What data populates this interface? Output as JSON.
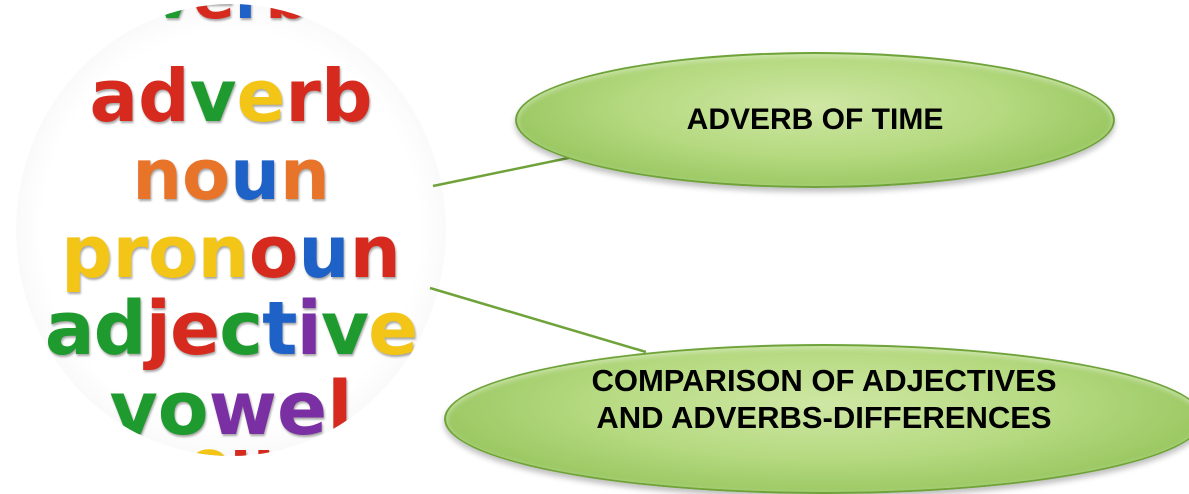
{
  "image": {
    "rows": [
      {
        "letters": [
          [
            "v",
            "#1f9a2e"
          ],
          [
            "e",
            "#d72a1f"
          ],
          [
            "r",
            "#1f62c7"
          ],
          [
            "b",
            "#d72a1f"
          ]
        ]
      },
      {
        "letters": [
          [
            "a",
            "#d72a1f"
          ],
          [
            "d",
            "#d72a1f"
          ],
          [
            "v",
            "#1f9a2e"
          ],
          [
            "e",
            "#f2c516"
          ],
          [
            "r",
            "#d72a1f"
          ],
          [
            "b",
            "#d72a1f"
          ]
        ]
      },
      {
        "letters": [
          [
            "n",
            "#e8742a"
          ],
          [
            "o",
            "#e8742a"
          ],
          [
            "u",
            "#1f62c7"
          ],
          [
            "n",
            "#e8742a"
          ]
        ]
      },
      {
        "letters": [
          [
            "p",
            "#f2c516"
          ],
          [
            "r",
            "#f2c516"
          ],
          [
            "o",
            "#f2c516"
          ],
          [
            "n",
            "#f2c516"
          ],
          [
            "o",
            "#d72a1f"
          ],
          [
            "u",
            "#1f62c7"
          ],
          [
            "n",
            "#d72a1f"
          ]
        ]
      },
      {
        "letters": [
          [
            "a",
            "#1f9a2e"
          ],
          [
            "d",
            "#1f9a2e"
          ],
          [
            "j",
            "#d72a1f"
          ],
          [
            "e",
            "#d72a1f"
          ],
          [
            "c",
            "#1f9a2e"
          ],
          [
            "t",
            "#1f62c7"
          ],
          [
            "i",
            "#7a2fa3"
          ],
          [
            "v",
            "#1f9a2e"
          ],
          [
            "e",
            "#f2c516"
          ]
        ]
      },
      {
        "letters": [
          [
            "v",
            "#1f9a2e"
          ],
          [
            "o",
            "#1f9a2e"
          ],
          [
            "w",
            "#7a2fa3"
          ],
          [
            "e",
            "#7a2fa3"
          ],
          [
            "l",
            "#d72a1f"
          ]
        ]
      },
      {
        "letters": [
          [
            "n",
            "#d72a1f"
          ],
          [
            "o",
            "#f2c516"
          ],
          [
            "u",
            "#d72a1f"
          ],
          [
            "n",
            "#1f62c7"
          ]
        ]
      }
    ]
  },
  "nodes": {
    "time_label": "ADVERB OF TIME",
    "comparison_line1": "COMPARISON OF ADJECTIVES",
    "comparison_line2": "AND ADVERBS-DIFFERENCES"
  },
  "colors": {
    "node_fill": "#b4d97f",
    "node_border": "#6fa33a",
    "connector": "#6fa33a"
  }
}
